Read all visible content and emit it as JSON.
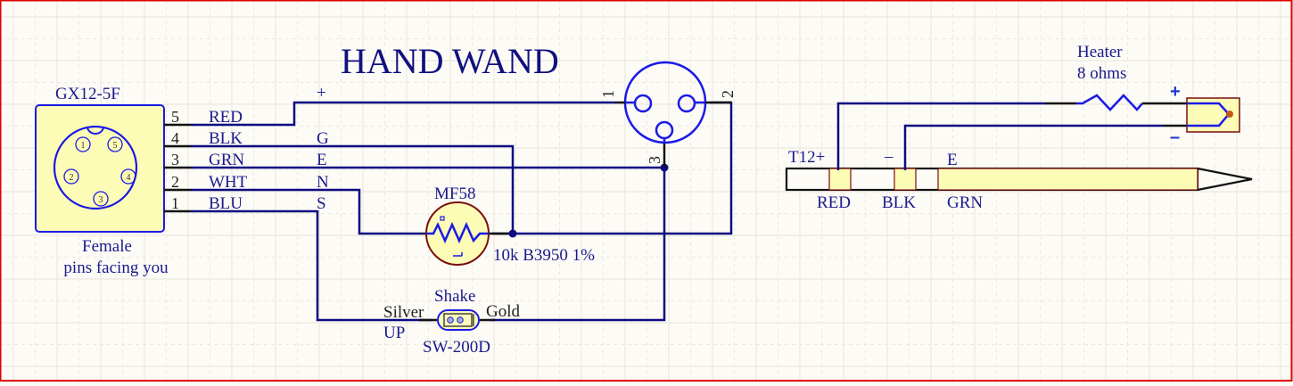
{
  "title": "HAND WAND",
  "connector_gx12": {
    "name": "GX12-5F",
    "caption_line1": "Female",
    "caption_line2": "pins facing you",
    "pins": [
      "1",
      "5",
      "2",
      "4",
      "3"
    ],
    "rows": [
      {
        "pin": "5",
        "color": "RED",
        "signal": "+"
      },
      {
        "pin": "4",
        "color": "BLK",
        "signal": "G"
      },
      {
        "pin": "3",
        "color": "GRN",
        "signal": "E"
      },
      {
        "pin": "2",
        "color": "WHT",
        "signal": "N"
      },
      {
        "pin": "1",
        "color": "BLU",
        "signal": "S"
      }
    ]
  },
  "xlr_connector": {
    "pins": [
      "1",
      "2",
      "3"
    ]
  },
  "thermistor": {
    "name": "MF58",
    "value": "10k B3950 1%"
  },
  "tilt_switch": {
    "name": "SW-200D",
    "top_label": "Shake",
    "left_label": "Silver",
    "right_label": "Gold",
    "orientation_label": "UP"
  },
  "heater": {
    "label_line1": "Heater",
    "label_line2": "8 ohms",
    "plus": "+",
    "minus": "–"
  },
  "tip": {
    "name": "T12+",
    "minus_label": "–",
    "e_label": "E",
    "bands": [
      "RED",
      "BLK",
      "GRN"
    ]
  },
  "colors": {
    "wire": "#0b0b82",
    "component_fill": "#fdfcb6",
    "component_border": "#7a0f0f",
    "symbol_blue": "#1a1ae6",
    "sheet_border": "#e00000"
  }
}
